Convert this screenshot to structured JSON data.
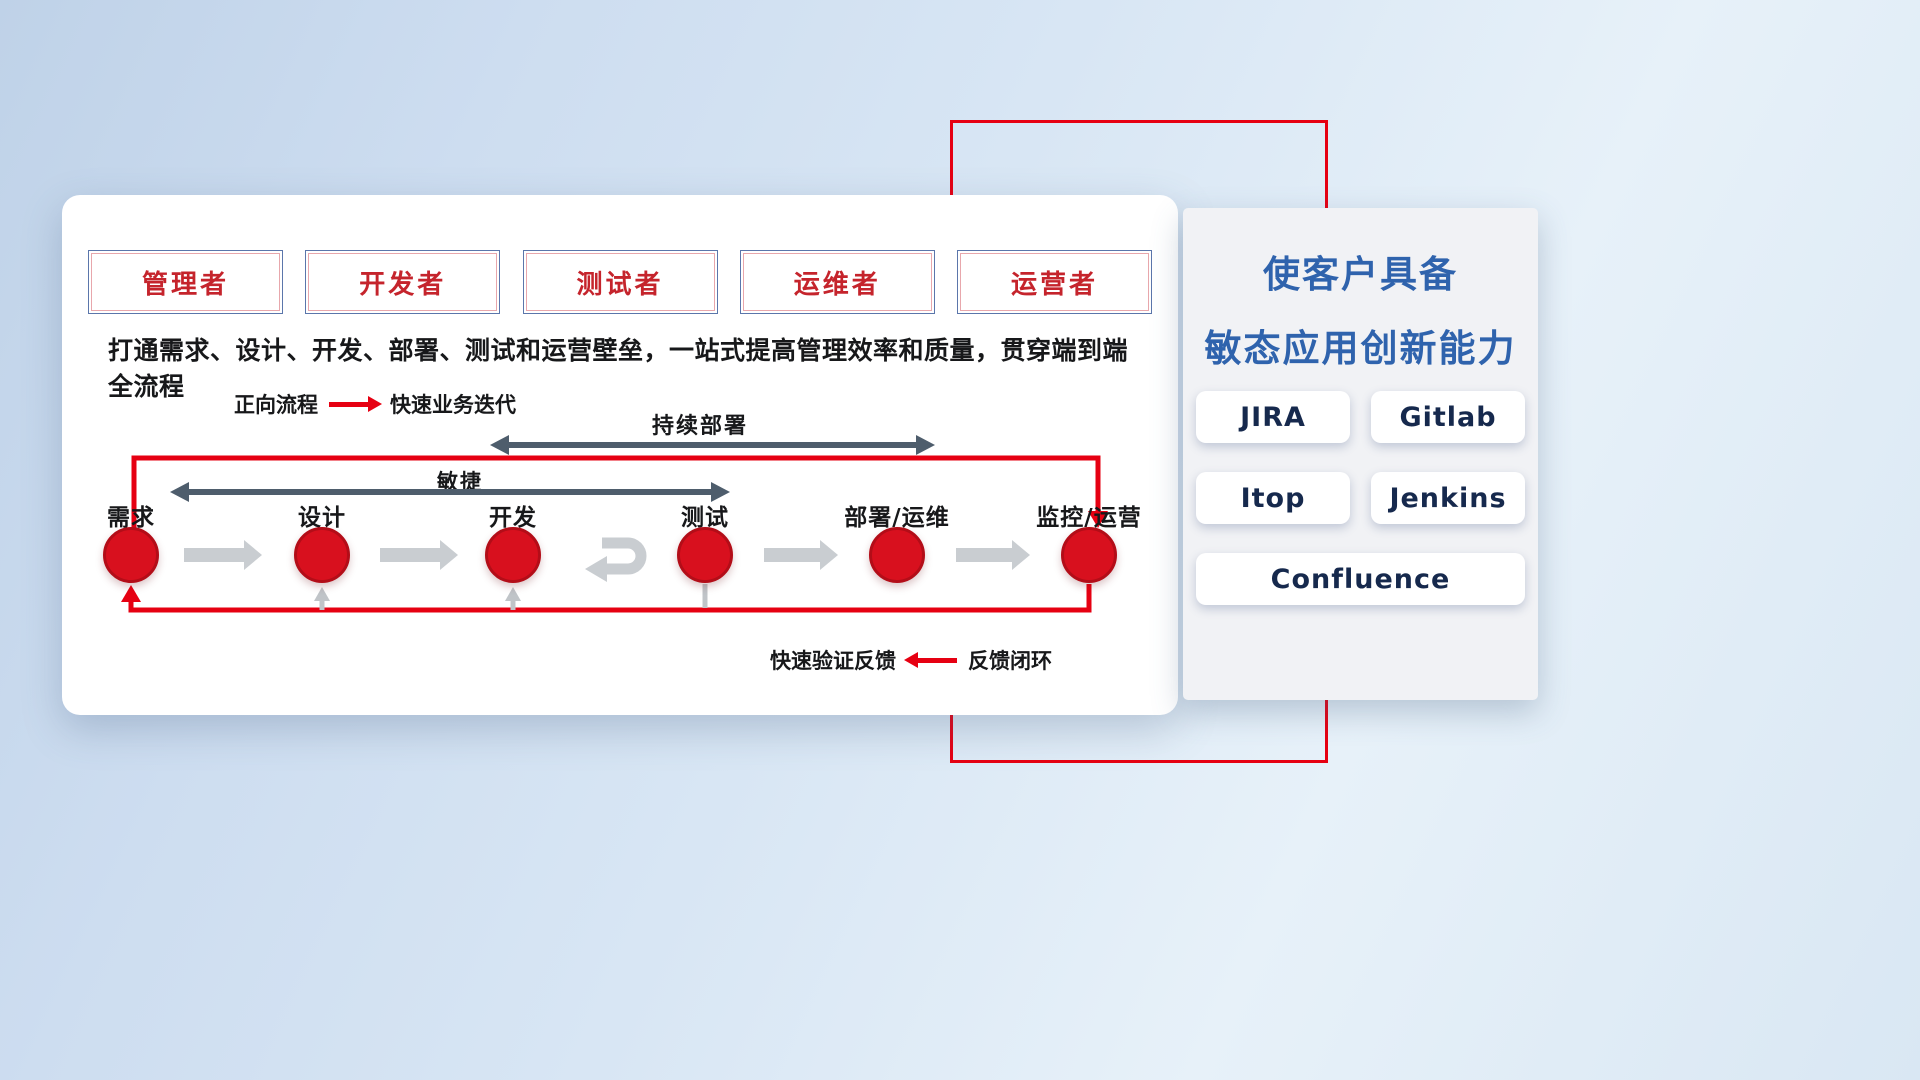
{
  "roles": [
    "管理者",
    "开发者",
    "测试者",
    "运维者",
    "运营者"
  ],
  "subtitle": "打通需求、设计、开发、部署、测试和运营壁垒，一站式提高管理效率和质量，贯穿端到端全流程",
  "legends": {
    "forward_label": "正向流程",
    "forward_desc": "快速业务迭代",
    "feedback_desc": "快速验证反馈",
    "feedback_label": "反馈闭环"
  },
  "span_arrows": {
    "continuous_deployment": "持续部署",
    "agile": "敏捷"
  },
  "flow_nodes": [
    "需求",
    "设计",
    "开发",
    "测试",
    "部署/运维",
    "监控/运营"
  ],
  "right_panel": {
    "title_line1": "使客户具备",
    "title_line2": "敏态应用创新能力",
    "tools": [
      "JIRA",
      "Gitlab",
      "Itop",
      "Jenkins",
      "Confluence"
    ]
  },
  "colors": {
    "accent_red": "#e60012",
    "title_blue": "#2f63ad",
    "node_red": "#d8101e",
    "dark_arrow": "#4e5d6c",
    "gray_arrow": "#c9cdd1"
  }
}
